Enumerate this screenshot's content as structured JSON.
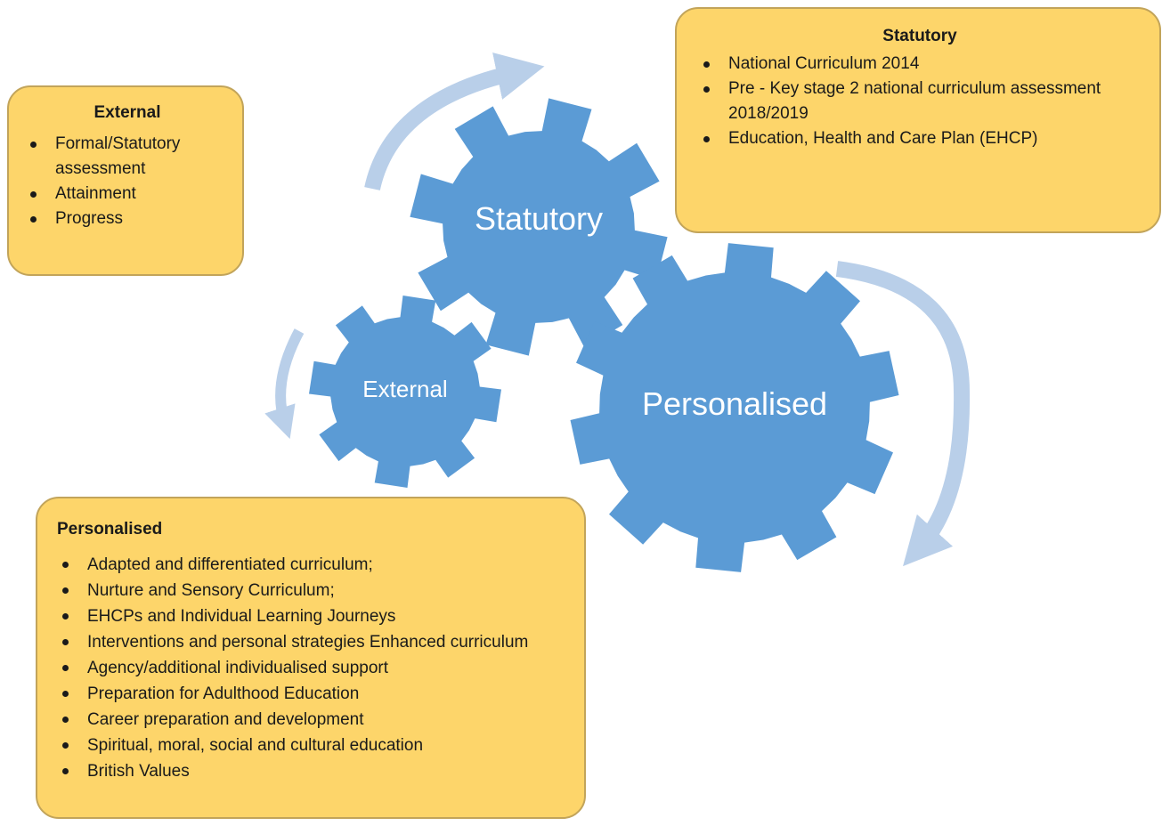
{
  "diagram": {
    "gears": {
      "statutory": "Statutory",
      "external": "External",
      "personalised": "Personalised"
    }
  },
  "boxes": {
    "external": {
      "title": "External",
      "items": [
        "Formal/Statutory assessment",
        "Attainment",
        "Progress"
      ]
    },
    "statutory": {
      "title": "Statutory",
      "items": [
        "National Curriculum 2014",
        "Pre - Key stage 2 national curriculum assessment 2018/2019",
        "Education, Health and Care Plan (EHCP)"
      ]
    },
    "personalised": {
      "title": "Personalised",
      "items": [
        "Adapted and differentiated curriculum;",
        "Nurture and Sensory Curriculum;",
        "EHCPs and Individual Learning Journeys",
        "Interventions and personal strategies Enhanced curriculum",
        "Agency/additional  individualised support",
        "Preparation for Adulthood Education",
        "Career preparation and development",
        "Spiritual, moral, social and cultural education",
        "British Values"
      ]
    }
  },
  "colors": {
    "gear": "#5b9bd5",
    "arrow": "#b9cfe9",
    "box_fill": "#fdd56a",
    "box_border": "#c2a45a"
  }
}
